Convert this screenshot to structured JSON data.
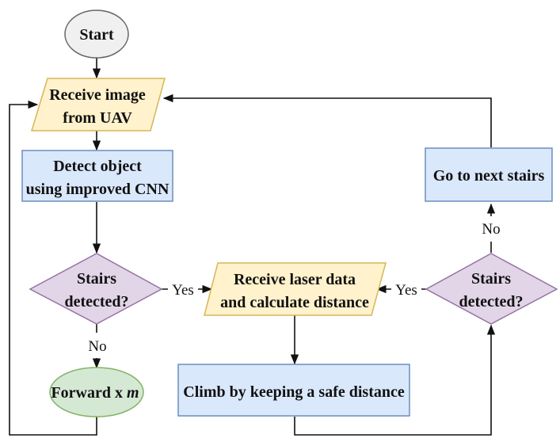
{
  "colors": {
    "terminal_gray": "#f0f0f0",
    "terminal_green": "#d5e8d4",
    "terminal_green_border": "#82b366",
    "io_yellow": "#fff2cc",
    "io_yellow_border": "#d6b656",
    "process_blue": "#dae8fc",
    "process_blue_border": "#6c8ebf",
    "decision_purple": "#e1d5e7",
    "decision_purple_border": "#9673a6",
    "line": "#111111"
  },
  "nodes": {
    "start": "Start",
    "receive_image": [
      "Receive image",
      "from UAV"
    ],
    "detect_object": [
      "Detect object",
      "using improved CNN"
    ],
    "stairs_left": [
      "Stairs",
      "detected?"
    ],
    "forward": "Forward x ",
    "forward_var": "m",
    "receive_laser": [
      "Receive laser data",
      "and calculate distance"
    ],
    "climb": "Climb by keeping a safe distance",
    "stairs_right": [
      "Stairs",
      "detected?"
    ],
    "next_stairs": "Go to next stairs"
  },
  "edges": {
    "yes_left": "Yes",
    "no_left": "No",
    "yes_right": "Yes",
    "no_right": "No"
  }
}
